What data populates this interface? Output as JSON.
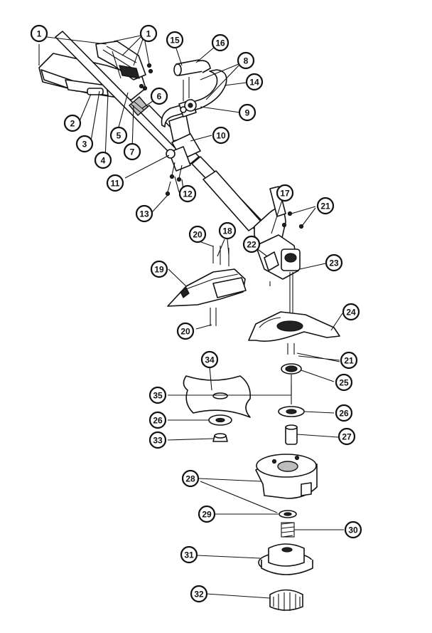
{
  "diagram": {
    "type": "exploded-parts-diagram",
    "callout_numbers": [
      "1",
      "2",
      "3",
      "4",
      "5",
      "6",
      "7",
      "8",
      "9",
      "10",
      "11",
      "12",
      "13",
      "14",
      "15",
      "16",
      "17",
      "18",
      "19",
      "20",
      "21",
      "22",
      "23",
      "24",
      "25",
      "26",
      "27",
      "28",
      "29",
      "30",
      "31",
      "32",
      "33",
      "34",
      "35"
    ]
  }
}
